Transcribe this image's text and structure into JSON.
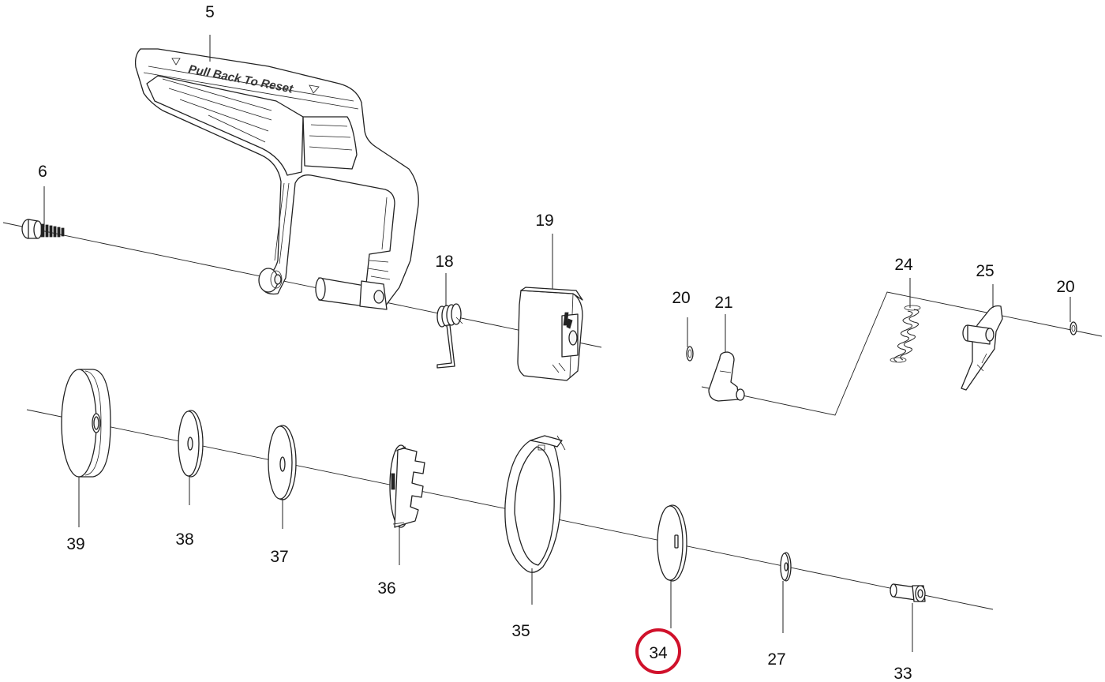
{
  "labels": {
    "p5": "5",
    "p6": "6",
    "p18": "18",
    "p19": "19",
    "p20a": "20",
    "p21": "21",
    "p24": "24",
    "p25": "25",
    "p20b": "20",
    "p39": "39",
    "p38": "38",
    "p37": "37",
    "p36": "36",
    "p35": "35",
    "p34": "34",
    "p27": "27",
    "p33": "33"
  },
  "embossed_text": "Pull Back To Reset",
  "highlight": {
    "part": "34",
    "color": "#d0112b"
  }
}
